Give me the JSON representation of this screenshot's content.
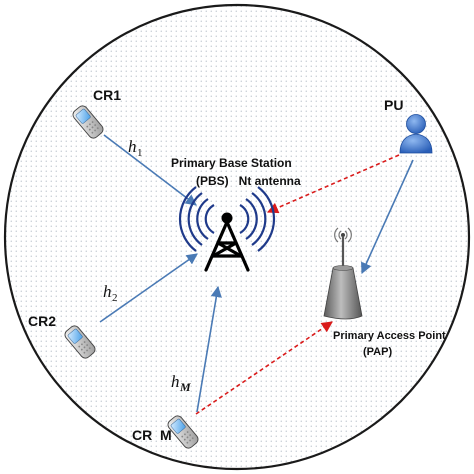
{
  "nodes": {
    "cr1": "CR1",
    "cr2": "CR2",
    "crm": "CR  M",
    "pu": "PU",
    "pbs_line1": "Primary Base Station",
    "pbs_line2": "(PBS)   Nt antenna",
    "pap_line1": "Primary Access Point",
    "pap_line2": "(PAP)"
  },
  "channels": {
    "h1": {
      "base": "h",
      "sub": "1"
    },
    "h2": {
      "base": "h",
      "sub": "2"
    },
    "hM": {
      "base": "h",
      "sub": "M"
    }
  },
  "colors": {
    "circle_stroke": "#1a1a1a",
    "dots": "#9aa6b2",
    "channel_link": "#4a7ab5",
    "interference_link": "#d91a1a",
    "antenna_waves": "#1f3a8a",
    "tower": "#000000",
    "pu_icon": "#3b78d8",
    "pap_body": "#707070"
  },
  "icons": {
    "cr_device": "cell-phone-icon",
    "pu": "user-icon",
    "pbs": "radio-tower-icon",
    "pap": "access-point-icon"
  }
}
